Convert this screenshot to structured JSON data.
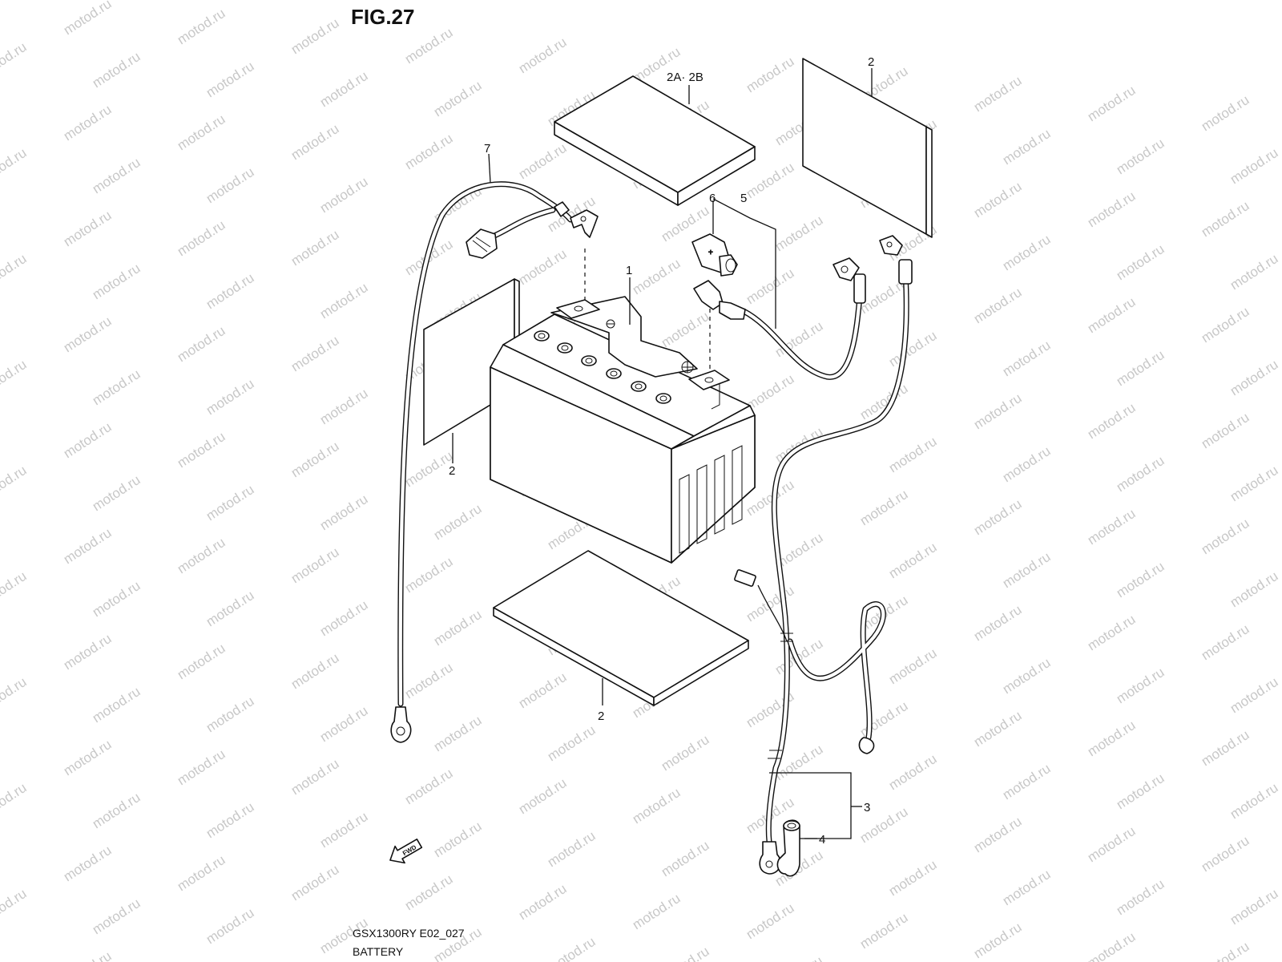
{
  "figure": {
    "title": "FIG.27",
    "model_code": "GSX1300RY E02_027",
    "caption": "BATTERY"
  },
  "watermark": {
    "text": "motod.ru"
  },
  "callouts": {
    "c1": "1",
    "c2a2b": "2A· 2B",
    "c2_top_right": "2",
    "c2_left": "2",
    "c2_bottom": "2",
    "c3": "3",
    "c4": "4",
    "c5": "5",
    "c6": "6",
    "c7": "7"
  },
  "fwd_arrow": {
    "text": "FWD"
  }
}
